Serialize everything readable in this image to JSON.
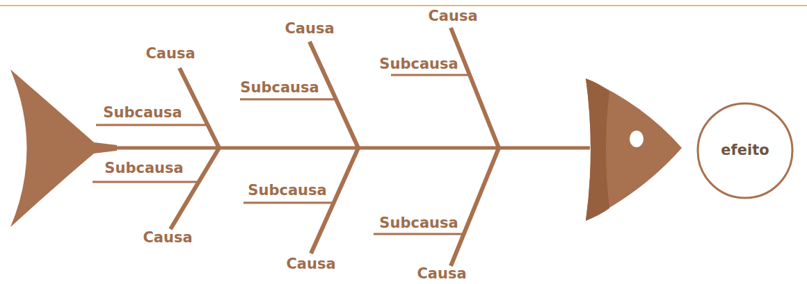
{
  "diagram": {
    "nodes": [
      {
        "text": [
          "efeito"
        ]
      }
    ],
    "labels": [
      "Causa",
      "Subcausa",
      "Causa",
      "Subcausa",
      "Causa",
      "Subcausa",
      "Subcausa",
      "Causa",
      "Subcausa",
      "Causa",
      "Subcausa",
      "Causa"
    ]
  }
}
